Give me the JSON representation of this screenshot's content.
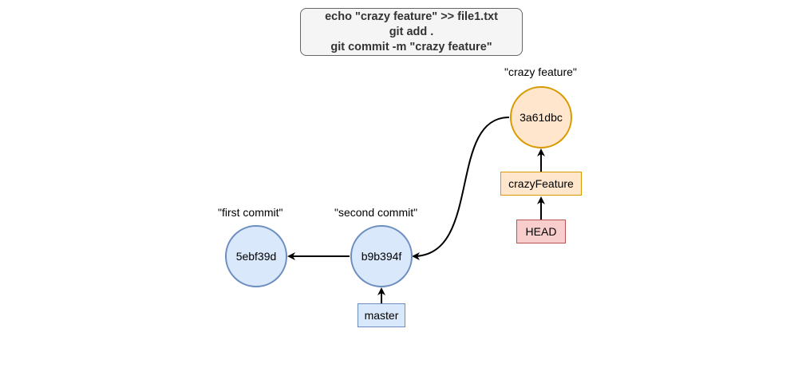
{
  "command_box": {
    "lines": [
      "echo \"crazy feature\" >> file1.txt",
      "git add .",
      "git commit -m \"crazy feature\""
    ]
  },
  "commits": {
    "first": {
      "hash": "5ebf39d",
      "message": "\"first commit\""
    },
    "second": {
      "hash": "b9b394f",
      "message": "\"second commit\""
    },
    "third": {
      "hash": "3a61dbc",
      "message": "\"crazy feature\""
    }
  },
  "refs": {
    "master": "master",
    "crazy_feature": "crazyFeature",
    "head": "HEAD"
  },
  "colors": {
    "commit_fill": "#dae8fc",
    "commit_stroke": "#6c8ebf",
    "feature_fill": "#ffe6cc",
    "feature_stroke": "#d79b00",
    "head_fill": "#f8cecc",
    "head_stroke": "#b85450",
    "box_fill": "#f5f5f5",
    "box_stroke": "#666666"
  }
}
